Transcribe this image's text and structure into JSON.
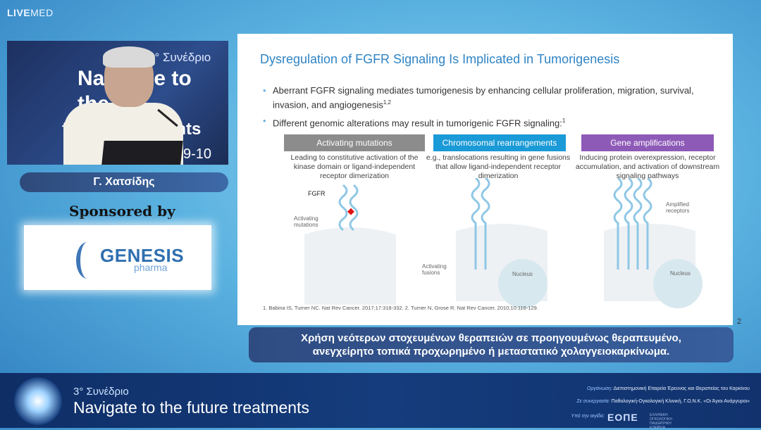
{
  "brand": {
    "live": "LIVE",
    "med": "MED"
  },
  "video": {
    "line1": "3° Συνέδριο",
    "line2a": "Navigate to the",
    "line2b": "future treatments",
    "date": "9-10"
  },
  "speaker_name": "Γ. Χατσίδης",
  "sponsored_by": "Sponsored by",
  "sponsor": {
    "name": "GENESIS",
    "sub": "pharma",
    "color": "#2f6fb0"
  },
  "slide": {
    "title": "Dysregulation of FGFR Signaling Is Implicated in Tumorigenesis",
    "bullets": [
      {
        "text": "Aberrant FGFR signaling mediates tumorigenesis by enhancing cellular proliferation, migration, survival, invasion, and angiogenesis",
        "sup": "1,2"
      },
      {
        "text": "Different genomic alterations may result in tumorigenic FGFR signaling:",
        "sup": "1"
      }
    ],
    "panels": [
      {
        "header": "Activating mutations",
        "color": "#8c8c8c",
        "desc": "Leading to constitutive activation of the kinase domain or ligand-independent receptor dimerization"
      },
      {
        "header": "Chromosomal rearrangements",
        "color": "#1a9ad6",
        "desc": "e.g., translocations resulting in gene fusions that allow ligand-independent receptor dimerization"
      },
      {
        "header": "Gene amplifications",
        "color": "#8e5ab8",
        "desc": "Inducing protein overexpression, receptor accumulation, and activation of downstream signaling pathways"
      }
    ],
    "diagram_labels": {
      "fgfr": "FGFR",
      "activating_mutations": "Activating mutations",
      "activating_fusions": "Activating fusions",
      "nucleus1": "Nucleus",
      "amplified_receptors": "Amplified receptors",
      "nucleus2": "Nucleus"
    },
    "references": "1. Babina IS, Turner NC. Nat Rev Cancer. 2017;17:318-332. 2. Turner N, Grose R. Nat Rev Cancer. 2010;10:116-129.",
    "page_number": "2"
  },
  "subtitle": {
    "line1": "Χρήση νεότερων στοχευμένων θεραπειών σε προηγουμένως θεραπευμένο,",
    "line2": "ανεγχείρητο τοπικά προχωρημένο ή μεταστατικό χολαγγειοκαρκίνωμα."
  },
  "footer": {
    "line1": "3° Συνέδριο",
    "line2": "Navigate to the future treatments",
    "organizer_key": "Οργάνωση:",
    "organizer": "Διεπιστημονική Εταιρεία Έρευνας και Θεραπείας του Καρκίνου",
    "collab_key": "Σε συνεργασία:",
    "collab": "Παθολογική-Ογκολογική Κλινική, Γ.Ο.Ν.Κ. «Οι Άγιοι Ανάργυροι»",
    "auspices_key": "Υπό την αιγίδα:",
    "eope": "ΕΟΠΕ",
    "eope_sub": "ΕΛΛΗΝΙΚΗ ΟΓΚΟΛΟΓΙΚΗ ΠΑΙΔΙΑΤΡΙΚΗ ΕΤΑΙΡΕΙΑ"
  }
}
